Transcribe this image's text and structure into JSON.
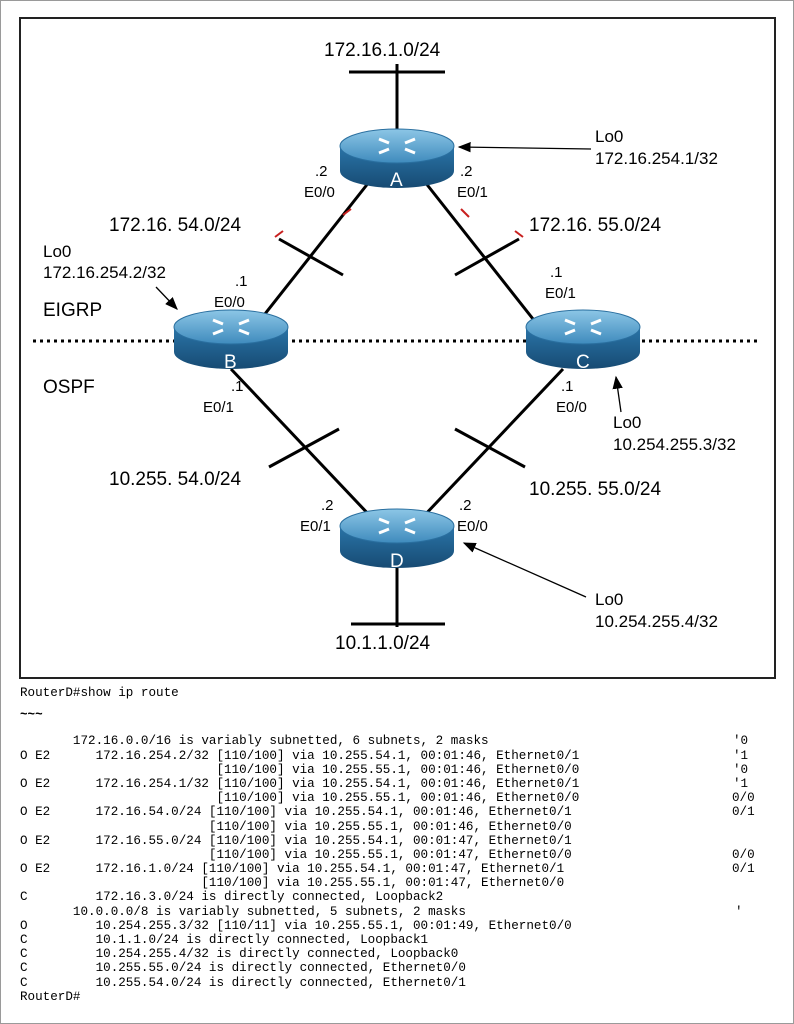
{
  "diagram": {
    "routers": [
      {
        "id": "A",
        "label": "A"
      },
      {
        "id": "B",
        "label": "B"
      },
      {
        "id": "C",
        "label": "C"
      },
      {
        "id": "D",
        "label": "D"
      }
    ],
    "networks": {
      "top": "172.16.1.0/24",
      "ab": "172.16. 54.0/24",
      "ac": "172.16. 55.0/24",
      "bd": "10.255. 54.0/24",
      "cd": "10.255. 55.0/24",
      "bottom": "10.1.1.0/24"
    },
    "interfaces": {
      "a_left_addr": ".2",
      "a_left_if": "E0/0",
      "a_right_addr": ".2",
      "a_right_if": "E0/1",
      "b_top_addr": ".1",
      "b_top_if": "E0/0",
      "b_bottom_addr": ".1",
      "b_bottom_if": "E0/1",
      "c_top_addr": ".1",
      "c_top_if": "E0/1",
      "c_bottom_addr": ".1",
      "c_bottom_if": "E0/0",
      "d_left_addr": ".2",
      "d_left_if": "E0/1",
      "d_right_addr": ".2",
      "d_right_if": "E0/0"
    },
    "loopbacks": {
      "a_name": "Lo0",
      "a_addr": "172.16.254.1/32",
      "b_name": "Lo0",
      "b_addr": "172.16.254.2/32",
      "c_name": "Lo0",
      "c_addr": "10.254.255.3/32",
      "d_name": "Lo0",
      "d_addr": "10.254.255.4/32"
    },
    "domains": {
      "upper": "EIGRP",
      "lower": "OSPF"
    },
    "colors": {
      "router_top": "#4f9ac4",
      "router_side": "#1f5f8f",
      "stray_mark": "#c8201f"
    }
  },
  "cli": {
    "prompt_command": "RouterD#show ip route",
    "ellipsis": "~~~",
    "lines": [
      "       172.16.0.0/16 is variably subnetted, 6 subnets, 2 masks",
      "O E2      172.16.254.2/32 [110/100] via 10.255.54.1, 00:01:46, Ethernet0/1",
      "                          [110/100] via 10.255.55.1, 00:01:46, Ethernet0/0",
      "O E2      172.16.254.1/32 [110/100] via 10.255.54.1, 00:01:46, Ethernet0/1",
      "                          [110/100] via 10.255.55.1, 00:01:46, Ethernet0/0",
      "O E2      172.16.54.0/24 [110/100] via 10.255.54.1, 00:01:46, Ethernet0/1",
      "                         [110/100] via 10.255.55.1, 00:01:46, Ethernet0/0",
      "O E2      172.16.55.0/24 [110/100] via 10.255.54.1, 00:01:47, Ethernet0/1",
      "                         [110/100] via 10.255.55.1, 00:01:47, Ethernet0/0",
      "O E2      172.16.1.0/24 [110/100] via 10.255.54.1, 00:01:47, Ethernet0/1",
      "                        [110/100] via 10.255.55.1, 00:01:47, Ethernet0/0",
      "C         172.16.3.0/24 is directly connected, Loopback2",
      "       10.0.0.0/8 is variably subnetted, 5 subnets, 2 masks",
      "O         10.254.255.3/32 [110/11] via 10.255.55.1, 00:01:49, Ethernet0/0",
      "C         10.1.1.0/24 is directly connected, Loopback1",
      "C         10.254.255.4/32 is directly connected, Loopback0",
      "C         10.255.55.0/24 is directly connected, Ethernet0/0",
      "C         10.255.54.0/24 is directly connected, Ethernet0/1"
    ],
    "end_prompt": "RouterD#",
    "margin_marks": [
      "'0",
      "'1",
      "'0",
      "'1",
      "0/0",
      "0/1",
      "0/0",
      "0/1",
      "'"
    ]
  }
}
